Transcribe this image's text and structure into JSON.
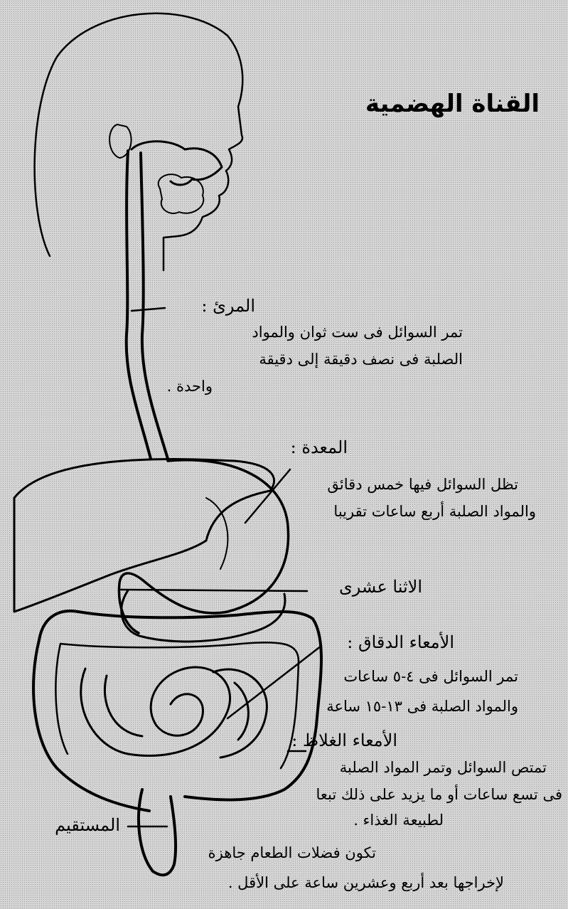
{
  "title": "القناة الهضمية",
  "esophagus": {
    "label": "المرئ :",
    "lines": [
      "تمر السوائل فى ست ثوان والمواد",
      "الصلبة فى نصف دقيقة إلى دقيقة",
      "واحدة ."
    ]
  },
  "stomach": {
    "label": "المعدة :",
    "lines": [
      "تظل السوائل فيها خمس دقائق",
      "والمواد الصلبة أربع ساعات تقريبا"
    ]
  },
  "duodenum": {
    "label": "الاثنا عشرى"
  },
  "small_intestine": {
    "label": "الأمعاء الدقاق :",
    "lines": [
      "تمر السوائل فى ٤-٥ ساعات",
      "والمواد الصلبة فى ١٣-١٥ ساعة"
    ]
  },
  "large_intestine": {
    "label": "الأمعاء الغلاظ :",
    "lines": [
      "تمتص السوائل وتمر المواد الصلبة",
      "فى تسع ساعات أو ما يزيد على ذلك تبعا",
      "لطبيعة الغذاء ."
    ]
  },
  "rectum": {
    "label": "المستقيم",
    "lines": [
      "تكون فضلات الطعام جاهزة",
      "لإخراجها بعد أربع وعشرين ساعة على الأقل ."
    ]
  }
}
